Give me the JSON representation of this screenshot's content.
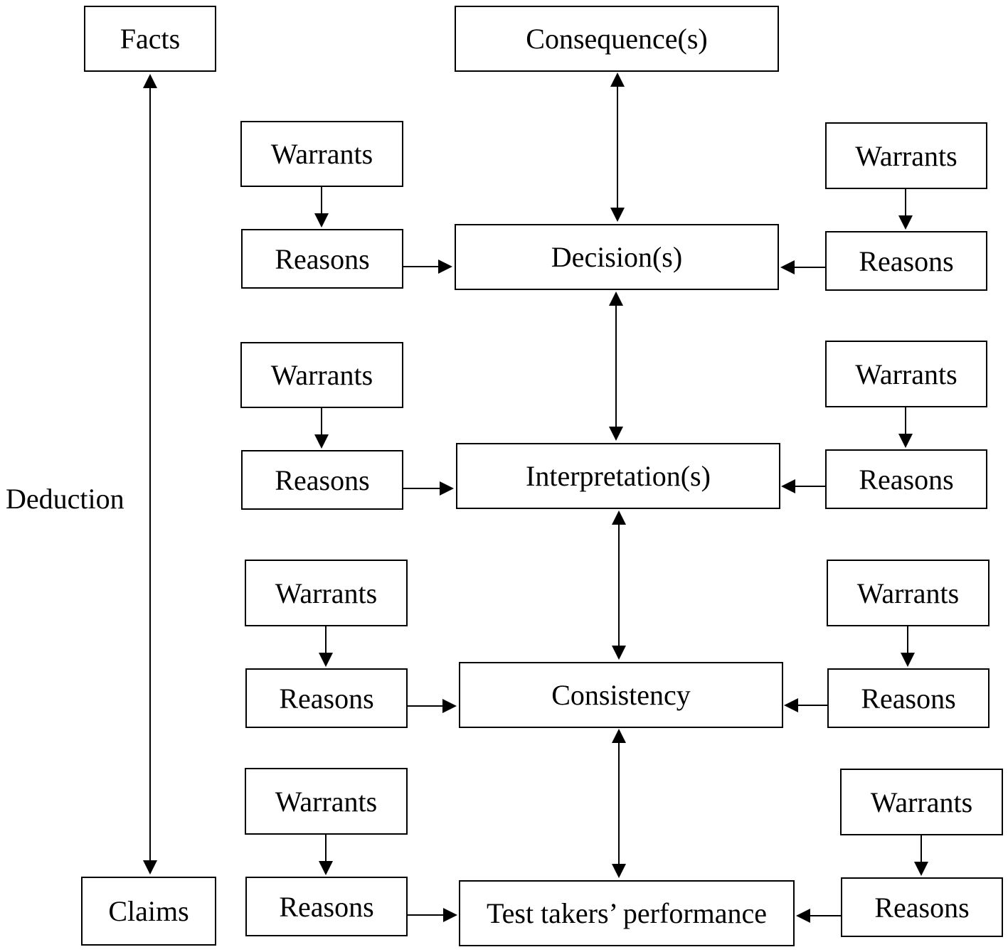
{
  "left_axis": {
    "top_label": "Facts",
    "bottom_label": "Claims",
    "side_label": "Deduction"
  },
  "center_column": [
    "Consequence(s)",
    "Decision(s)",
    "Interpretation(s)",
    "Consistency",
    "Test takers’ performance"
  ],
  "support_labels": {
    "warrants": "Warrants",
    "reasons": "Reasons"
  }
}
